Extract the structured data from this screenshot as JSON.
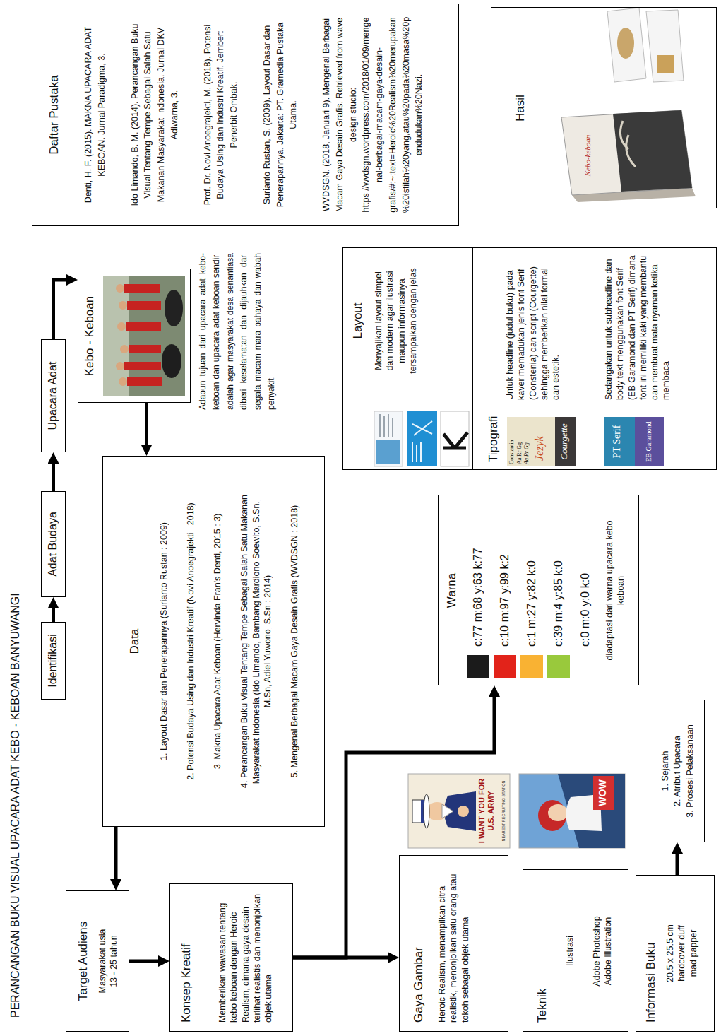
{
  "diagram": {
    "title": "PERANCANGAN BUKU VISUAL UPACARA ADAT KEBO - KEBOAN BANYUWANGI",
    "nodes": [
      {
        "text": [
          "Identifikasi"
        ]
      },
      {
        "text": [
          "Adat Budaya"
        ]
      },
      {
        "text": [
          "Upacara Adat"
        ]
      },
      {
        "text": [
          "Kebo - Keboan"
        ]
      },
      {
        "text": [
          "Data",
          "1. Layout Dasar dan Penerapannya (Surianto Rustan : 2009)",
          "2. Potensi Budaya Using dan Industri Kreatif (Novi Anoegrajekti : 2018)",
          "3. Makna Upacara Adat Keboan (Hervinda Fran's Denti, 2015 : 3)",
          "4. Perancangan Buku Visual Tentang Tempe Sebagai Salah Satu Makanan Masyarakat Indonesia (Ido Limando, Bambang Mardiono Soewito, S.Sn., M.Sn, Adiel Yuwono, S.Sn : 2014)",
          "5. Mengenal Berbagai Macam Gaya Desain Grafis (WVDSGN : 2018)"
        ]
      },
      {
        "text": [
          "Target Audiens",
          "Masyarakat usia 13 - 25 tahun"
        ]
      },
      {
        "text": [
          "Konsep Kreatif",
          "Memberikan wawasan tentang kebo keboan dengan Heroic Realism, dimana gaya desain terlihat realistis dan menonjolkan objek utama"
        ]
      },
      {
        "text": [
          "Gaya Gambar",
          "Heroic Realism, menampilkan citra realistik, menonjolkan satu orang atau tokoh sebagai objek utama"
        ]
      },
      {
        "text": [
          "Teknik",
          "Ilustrasi",
          "Adobe Photoshop Adobe Illustration"
        ]
      },
      {
        "text": [
          "Informasi Buku",
          "20.5 x 25.5 cm hardcover duff mad papper"
        ]
      },
      {
        "text": [
          "1. Sejarah",
          "2. Atribut Upacara",
          "3. Prosesi Pelaksanaan"
        ]
      },
      {
        "text": [
          "Warna",
          "diadaptasi dari warna upacara kebo keboan"
        ]
      },
      {
        "text": [
          "Layout",
          "Menyajikan layout simpel dan modern agar ilustrasi maupun informasinya tersampaikan dengan jelas"
        ]
      },
      {
        "text": [
          "Tipografi",
          "Untuk headline (judul buku) pada kaver memadukan jenis font Serif (Constenia) dan script (Courgette) sehingga memberikan nilai formal dan estetik.",
          "Sedangakan untuk subheadline dan body text menggunakan font Serif (EB Garamond dan PT Serif) dimana font ini memiliki kaki yang membantu dan membuat mata nyaman ketika membaca"
        ]
      },
      {
        "text": [
          "Daftar Pustaka",
          "Denti, H. F. (2015). MAKNA UPACARA ADAT KEBOAN. Jurnal Paradigma, 3.",
          "Ido Limando, B. M. (2014). Perancangan Buku Visual Tentang Tempe Sebagai Salah Satu Makanan Masyarakat Indonesia. Jurnal DKV Adiwarna, 3.",
          "Prof. Dr. Novi Anoegrajekti, M. (2018). Potensi Budaya Using dan Industri Kreatif. Jember: Penerbit Ombak.",
          "Surianto Rustan, S. (2009). Layout Dasar dan Penerapannya. Jakarta: PT. Gramedia Pustaka Utama.",
          "WVDSGN. (2018, Januari 9). Mengenal Berbagai Macam Gaya Desain Grafis. Retrieved from wave design studio: https://wvdsgn.wordpress.com/2018/01/09/mengenal-berbagai-macam-gaya-desain-grafis/#:~:text=Heroic%20Realism%20merupakan%20istilah%20yang,atau%20pada%20masa%20pendudukan%20Nazi."
        ]
      },
      {
        "text": [
          "Hasil"
        ]
      }
    ],
    "edges": [
      {
        "from": 0,
        "to": 1,
        "arrow": "to"
      },
      {
        "from": 1,
        "to": 2,
        "arrow": "to"
      },
      {
        "from": 2,
        "to": 3,
        "arrow": "to"
      },
      {
        "from": 3,
        "to": 4,
        "arrow": "to"
      },
      {
        "from": 4,
        "to": 5,
        "arrow": "to"
      },
      {
        "from": 5,
        "to": 6,
        "arrow": "to"
      },
      {
        "from": 6,
        "to": 7,
        "arrow": "to"
      },
      {
        "from": 6,
        "to": 11,
        "arrow": "to"
      },
      {
        "from": 9,
        "to": 10,
        "arrow": "to"
      }
    ],
    "labels": [
      "Adapun tujuan dari upacara adat kebo-keboan dan upacara adat keboan sendiri adalah agar masyarakat desa senantiasa diberi keselamatan dan dijauhkan dari segala macam mara bahaya dan wabah penyakit.",
      "I WANT YOU FOR U.S. ARMY",
      "NEAREST RECRUITING STATION",
      "WOW",
      "Constantia",
      "Aa Rr Gg",
      "Aa Rr Gg",
      "Jezyk",
      "Courgette",
      "PT Serif",
      "EB Garamond",
      "Kebo-keboan"
    ],
    "legend": [
      {
        "text": "c:77 m:68 y:63 k:77",
        "color": "#1b1b1b"
      },
      {
        "text": "c:10 m:97 y:99 k:2",
        "color": "#e2231a"
      },
      {
        "text": "c:1 m:27 y:82 k:0",
        "color": "#f9b233"
      },
      {
        "text": "c:39 m:4 y:85 k:0",
        "color": "#99c93c"
      },
      {
        "text": "c:0 m:0 y:0 k:0",
        "color": "#ffffff"
      }
    ]
  }
}
